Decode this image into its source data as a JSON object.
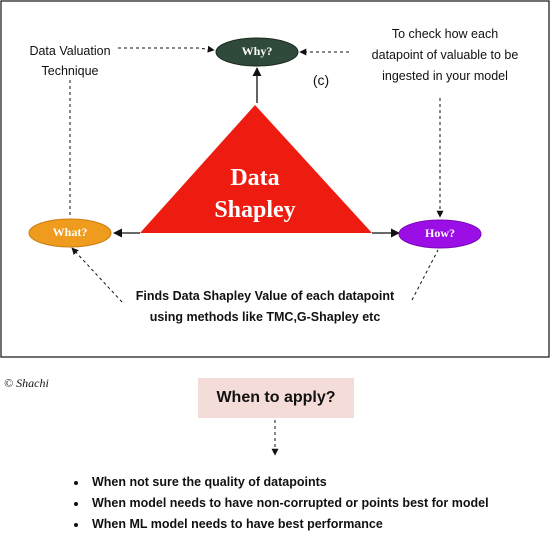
{
  "diagram": {
    "why_label": "Why?",
    "what_label": "What?",
    "how_label": "How?",
    "center_line1": "Data",
    "center_line2": "Shapley",
    "copyright_mark": "(c)",
    "left_note_line1": "Data  Valuation",
    "left_note_line2": "Technique",
    "right_note_line1": "To check how each",
    "right_note_line2": "datapoint of valuable to be",
    "right_note_line3": "ingested in your model",
    "bottom_note_line1": "Finds Data Shapley Value of each datapoint",
    "bottom_note_line2": "using methods like TMC,G-Shapley etc",
    "colors": {
      "triangle": "#ee1c10",
      "why_oval": "#2f4a3a",
      "what_oval": "#ef9b1e",
      "how_oval": "#9b0ee6",
      "apply_box": "#f4dcd9"
    }
  },
  "signature": "© Shachi",
  "apply": {
    "title": "When to apply?",
    "bullets": [
      "When not sure the quality of datapoints",
      "When model needs to have non-corrupted or points best for model",
      "When  ML model needs to have best performance"
    ]
  }
}
